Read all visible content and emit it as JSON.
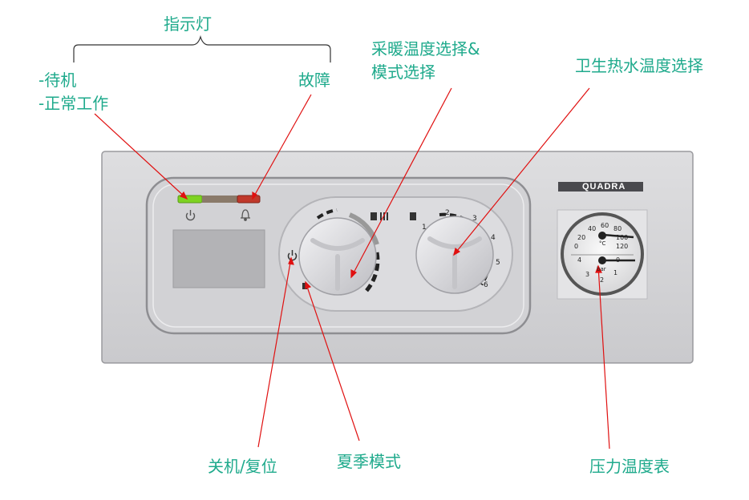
{
  "labels": {
    "indicator": "指示灯",
    "standby": "-待机",
    "normal": "-正常工作",
    "fault": "故障",
    "heating_select_line1": "采暖温度选择&",
    "heating_select_line2": "模式选择",
    "dhw_select": "卫生热水温度选择",
    "power_reset": "关机/复位",
    "summer_mode": "夏季模式",
    "gauge": "压力温度表"
  },
  "brand": "QUADRA",
  "dial_numbers": [
    "1",
    "2",
    "3",
    "4",
    "5",
    "6"
  ],
  "gauge": {
    "temp_ticks": [
      "20",
      "40",
      "60",
      "80",
      "100",
      "120",
      "0"
    ],
    "pressure_ticks": [
      "0",
      "1",
      "2",
      "3",
      "4"
    ],
    "pressure_unit": "bar",
    "temp_unit": "°C"
  },
  "colors": {
    "label": "#1faa8c",
    "arrow": "#e01010",
    "panel": "#d6d6d8",
    "led_green": "#7ed321",
    "led_red": "#c0392b"
  }
}
